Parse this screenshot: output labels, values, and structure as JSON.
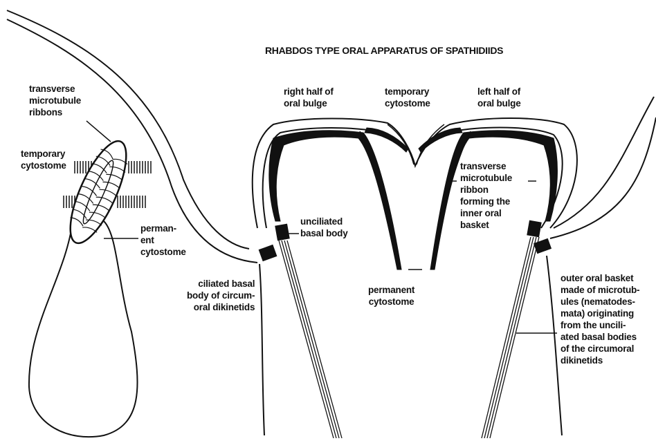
{
  "title": "RHABDOS TYPE ORAL APPARATUS OF SPATHIDIIDS",
  "labels": {
    "transverse_ribbons": "transverse\nmicrotubule\nribbons",
    "temporary_cytostome_left": "temporary\ncytostome",
    "permanent_cytostome_left": "perman-\nent\ncytostome",
    "ciliated_basal_body": "ciliated basal\nbody of circum-\noral dikinetids",
    "unciliated_basal_body": "unciliated\nbasal body",
    "right_half": "right half of\noral bulge",
    "temporary_cytostome_center": "temporary\ncytostome",
    "left_half": "left half of\noral bulge",
    "inner_oral_basket": "transverse\nmicrotubule\nribbon\nforming the\ninner oral\nbasket",
    "permanent_cytostome_center": "permanent\ncytostome",
    "outer_oral_basket": "outer oral basket\nmade of microtub-\nules (nematodes-\nmata) originating\nfrom the uncili-\nated basal bodies\nof the circumoral\ndikinetids"
  },
  "colors": {
    "ink": "#111111",
    "background": "#ffffff"
  }
}
